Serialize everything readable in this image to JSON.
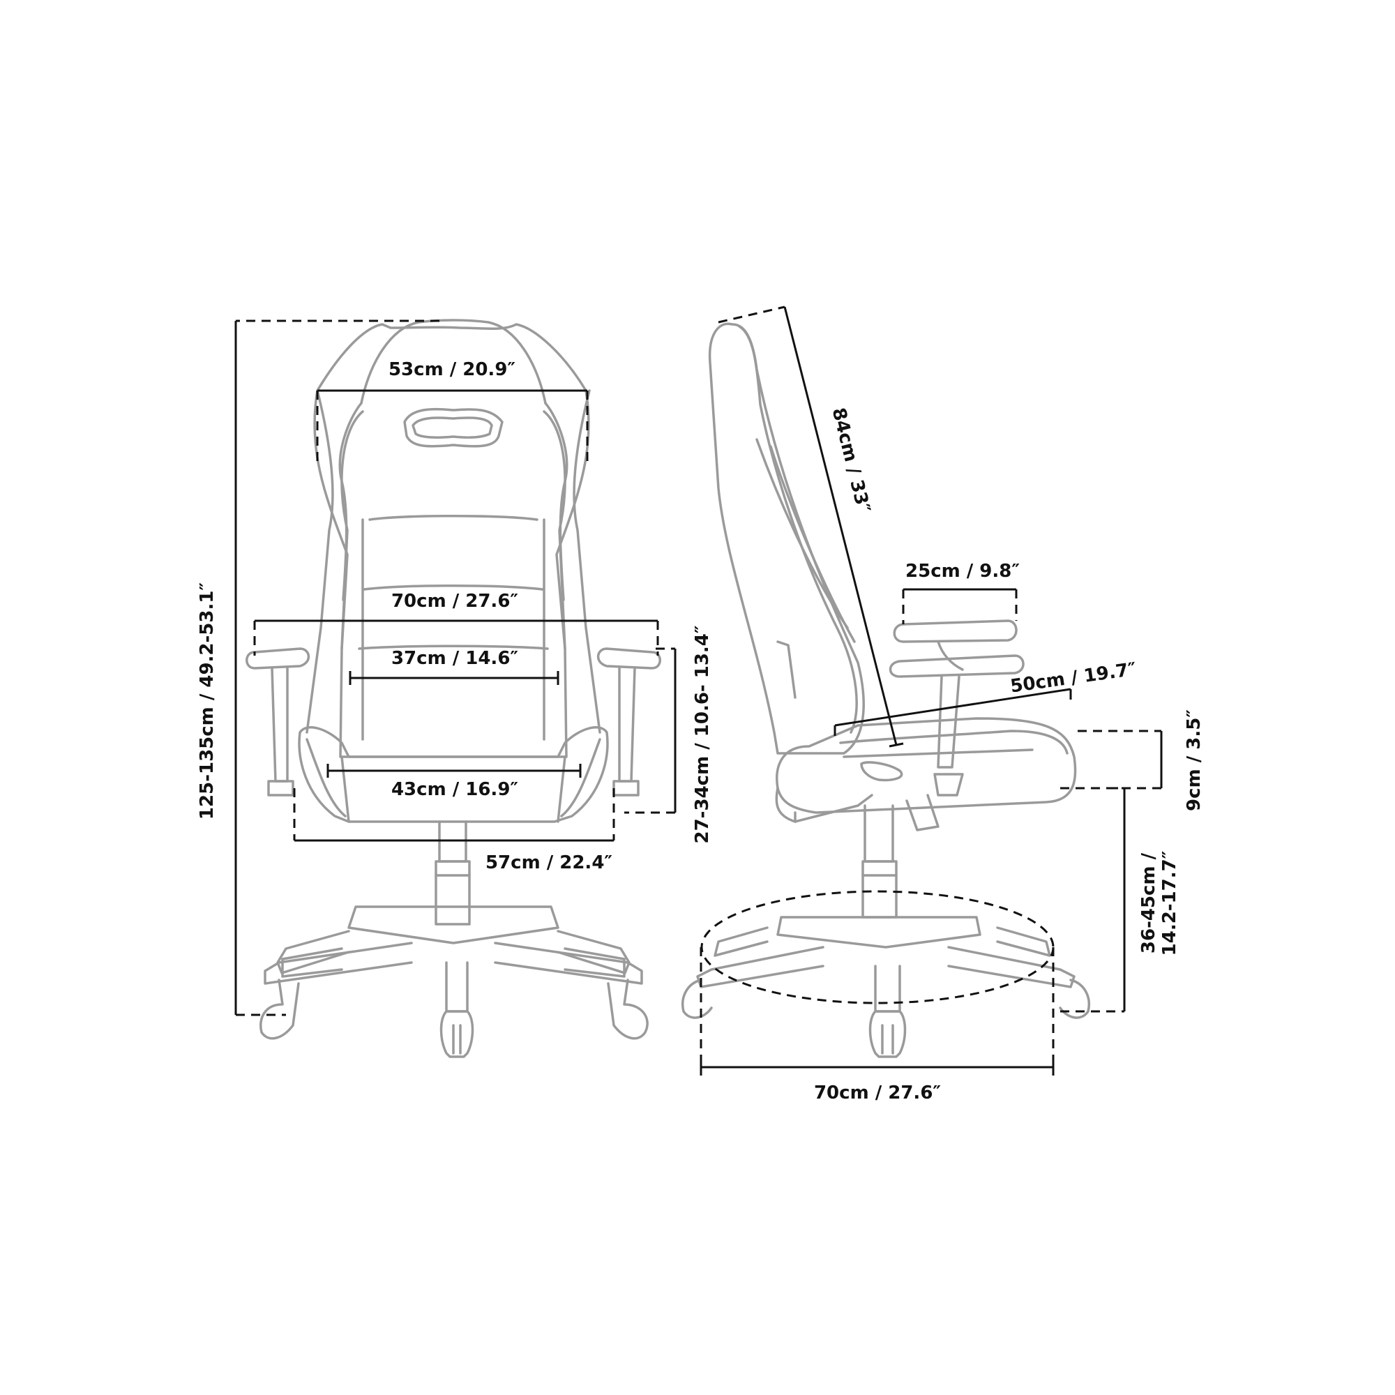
{
  "front_view": {
    "overall_height": "125-135cm / 49.2-53.1″",
    "backrest_width": "53cm / 20.9″",
    "armrest_span": "70cm / 27.6″",
    "lumbar_width": "37cm / 14.6″",
    "seat_width": "43cm / 16.9″",
    "outer_seat_width": "57cm / 22.4″",
    "armrest_height": "27-34cm / 10.6- 13.4″"
  },
  "side_view": {
    "backrest_height": "84cm / 33″",
    "armrest_pad_length": "25cm / 9.8″",
    "seat_depth": "50cm / 19.7″",
    "seat_thickness": "9cm / 3.5″",
    "seat_height_line1": "36-45cm /",
    "seat_height_line2": "14.2-17.7″",
    "base_diameter": "70cm / 27.6″"
  }
}
